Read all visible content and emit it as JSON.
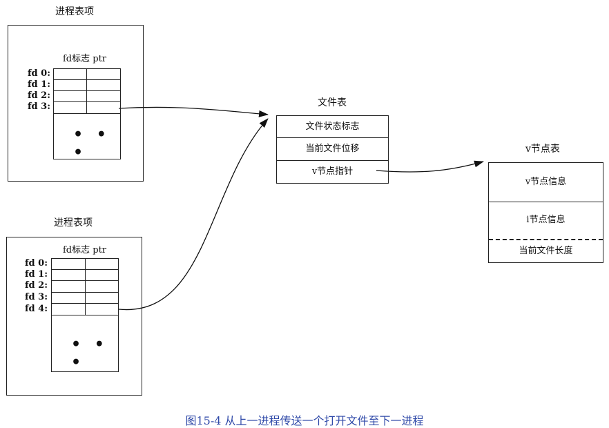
{
  "process1": {
    "title": "进程表项",
    "header": "fd标志 ptr",
    "fds": [
      "fd 0:",
      "fd 1:",
      "fd 2:",
      "fd 3:"
    ],
    "ellipsis": "• • •"
  },
  "process2": {
    "title": "进程表项",
    "header": "fd标志 ptr",
    "fds": [
      "fd 0:",
      "fd 1:",
      "fd 2:",
      "fd 3:",
      "fd 4:"
    ],
    "ellipsis": "• • •"
  },
  "file_table": {
    "title": "文件表",
    "rows": [
      "文件状态标志",
      "当前文件位移",
      "v节点指针"
    ]
  },
  "vnode_table": {
    "title": "v节点表",
    "rows": [
      "v节点信息",
      "i节点信息",
      "当前文件长度"
    ]
  },
  "caption": "图15-4   从上一进程传送一个打开文件至下一进程"
}
